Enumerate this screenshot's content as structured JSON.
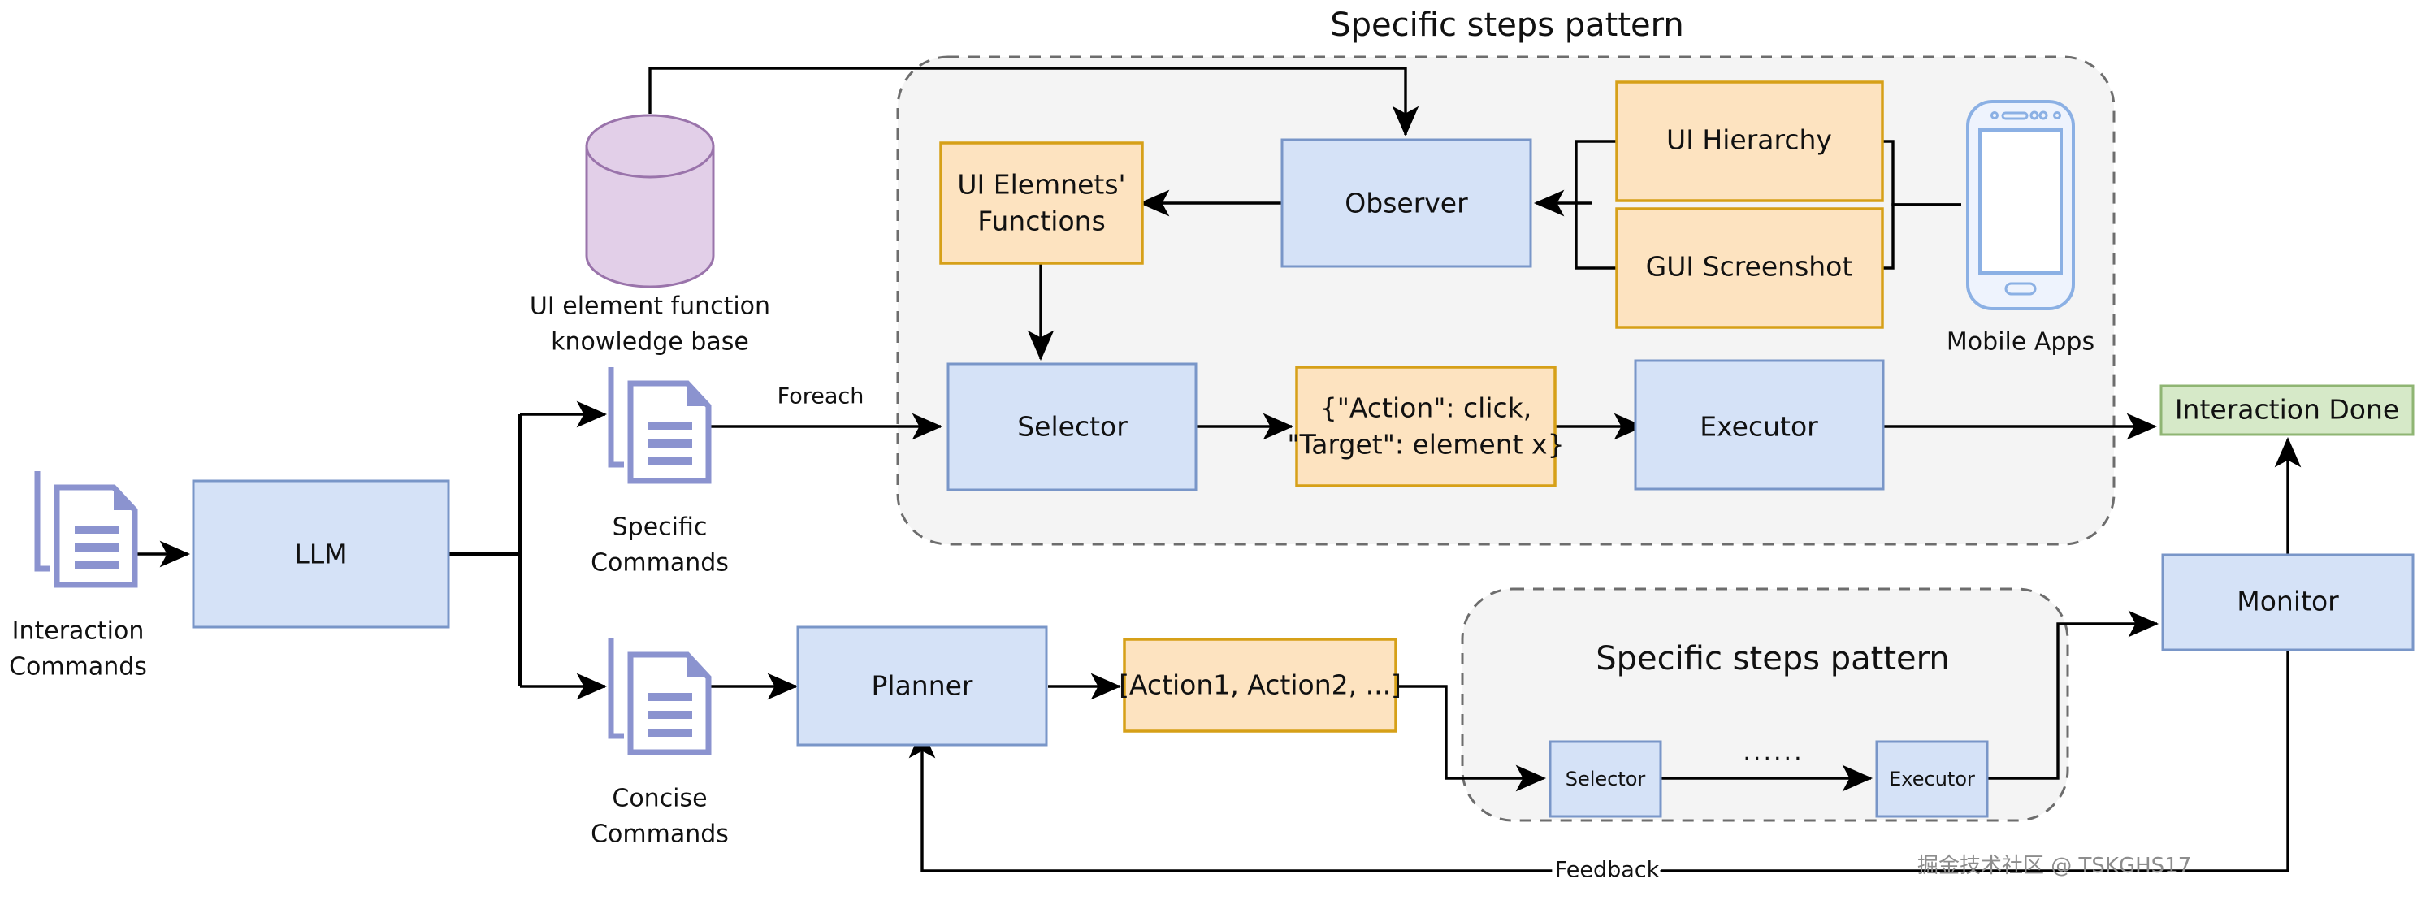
{
  "diagram": {
    "title_top": "Specific steps pattern",
    "title_bottom": "Specific steps pattern",
    "watermark": "掘金技术社区 @ TSKGHS17",
    "colors": {
      "blue_fill": "#d5e2f7",
      "blue_stroke": "#7996c8",
      "orange_fill": "#fde3c0",
      "orange_stroke": "#d6a018",
      "green_fill": "#d6e9c8",
      "green_stroke": "#8fb573",
      "purple_fill": "#e2cfe8",
      "purple_stroke": "#9a74ab",
      "group_fill": "#f4f4f4",
      "group_stroke": "#6d6d6d",
      "doc_icon": "#8b93cf",
      "connector": "#000000"
    }
  },
  "nodes": {
    "interaction_commands": "Interaction\nCommands",
    "interaction_commands_l1": "Interaction",
    "interaction_commands_l2": "Commands",
    "llm": "LLM",
    "specific_commands_l1": "Specific",
    "specific_commands_l2": "Commands",
    "concise_commands_l1": "Concise",
    "concise_commands_l2": "Commands",
    "knowledge_base_l1": "UI element function",
    "knowledge_base_l2": "knowledge base",
    "ui_elements_functions_l1": "UI Elemnets'",
    "ui_elements_functions_l2": "Functions",
    "observer": "Observer",
    "ui_hierarchy": "UI Hierarchy",
    "gui_screenshot": "GUI Screenshot",
    "mobile_apps": "Mobile Apps",
    "selector_top": "Selector",
    "action_json_l1": "{\"Action\": click,",
    "action_json_l2": "\"Target\": element x}",
    "executor_top": "Executor",
    "interaction_done": "Interaction Done",
    "planner": "Planner",
    "action_list": "[Action1, Action2, ...]",
    "selector_bottom": "Selector",
    "executor_bottom": "Executor",
    "ellipsis": "......",
    "monitor": "Monitor"
  },
  "edges": {
    "foreach": "Foreach",
    "feedback": "Feedback"
  }
}
